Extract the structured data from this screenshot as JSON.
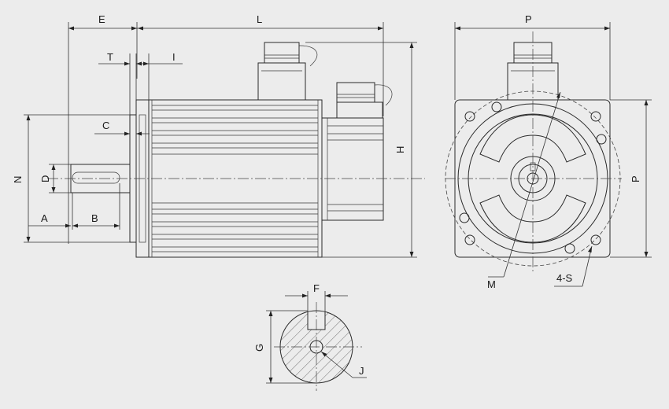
{
  "labels": {
    "E": "E",
    "L": "L",
    "T": "T",
    "I": "I",
    "C": "C",
    "N": "N",
    "D": "D",
    "A": "A",
    "B": "B",
    "H": "H",
    "P_top": "P",
    "P_side": "P",
    "M": "M",
    "S": "4-S",
    "F": "F",
    "G": "G",
    "J": "J"
  },
  "colors": {
    "background": "#ececec",
    "line": "#2a2a2a"
  }
}
